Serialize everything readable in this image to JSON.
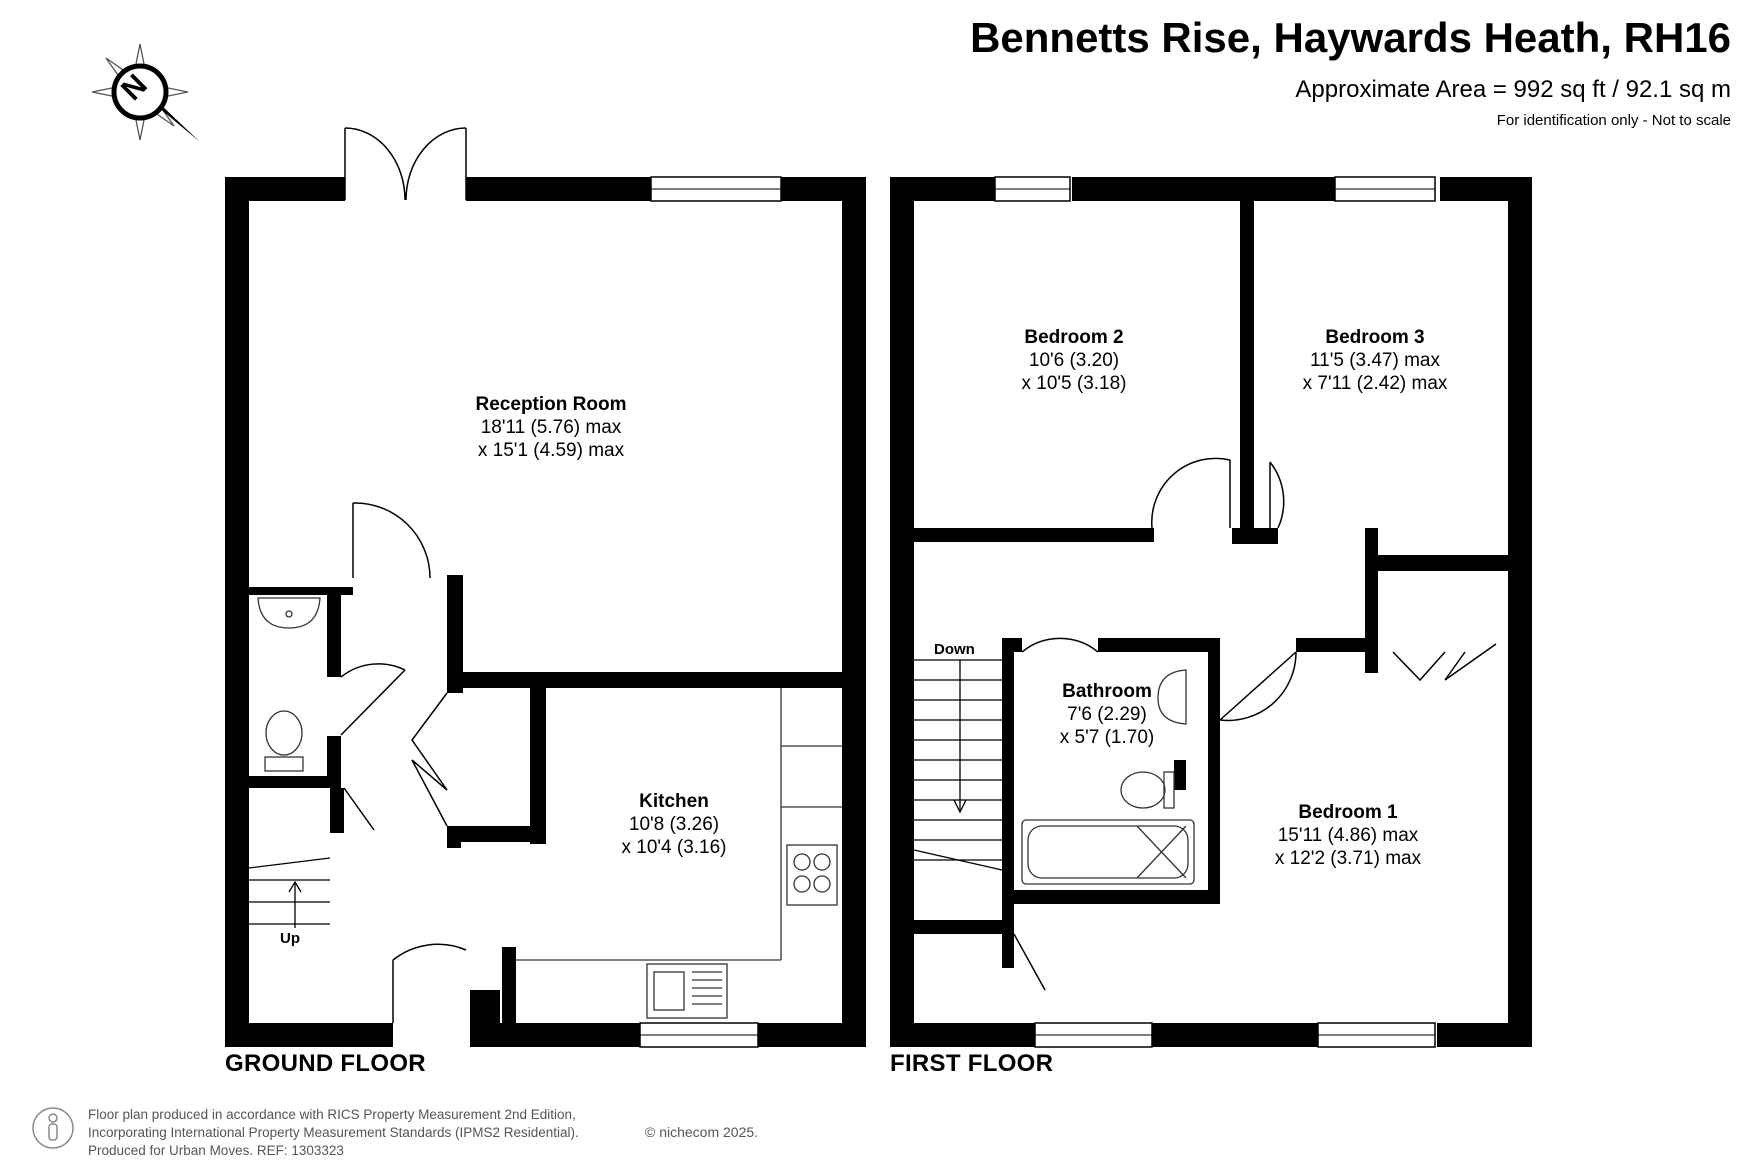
{
  "header": {
    "title": "Bennetts Rise, Haywards Heath, RH16",
    "area": "Approximate Area = 992 sq ft / 92.1 sq m",
    "note": "For identification only - Not to scale"
  },
  "floors": {
    "ground": {
      "label": "GROUND FLOOR",
      "rooms": [
        {
          "name": "Reception Room",
          "dim1": "18'11 (5.76) max",
          "dim2": "x 15'1 (4.59) max"
        },
        {
          "name": "Kitchen",
          "dim1": "10'8 (3.26)",
          "dim2": "x 10'4 (3.16)"
        }
      ],
      "stairs_label": "Up"
    },
    "first": {
      "label": "FIRST FLOOR",
      "rooms": [
        {
          "name": "Bedroom 2",
          "dim1": "10'6 (3.20)",
          "dim2": "x 10'5 (3.18)"
        },
        {
          "name": "Bedroom 3",
          "dim1": "11'5 (3.47) max",
          "dim2": "x 7'11 (2.42) max"
        },
        {
          "name": "Bathroom",
          "dim1": "7'6 (2.29)",
          "dim2": "x 5'7 (1.70)"
        },
        {
          "name": "Bedroom 1",
          "dim1": "15'11 (4.86) max",
          "dim2": "x 12'2 (3.71) max"
        }
      ],
      "stairs_label": "Down"
    }
  },
  "compass_letter": "N",
  "footer": {
    "line1": "Floor plan produced in accordance with RICS Property Measurement 2nd Edition,",
    "line2": "Incorporating International Property Measurement Standards (IPMS2 Residential).",
    "line3": "Produced for Urban Moves.   REF:  1303323",
    "copyright": "© nichecom 2025."
  },
  "colors": {
    "wall": "#000000",
    "fixture_stroke": "#333333",
    "footer_text": "#555555"
  }
}
